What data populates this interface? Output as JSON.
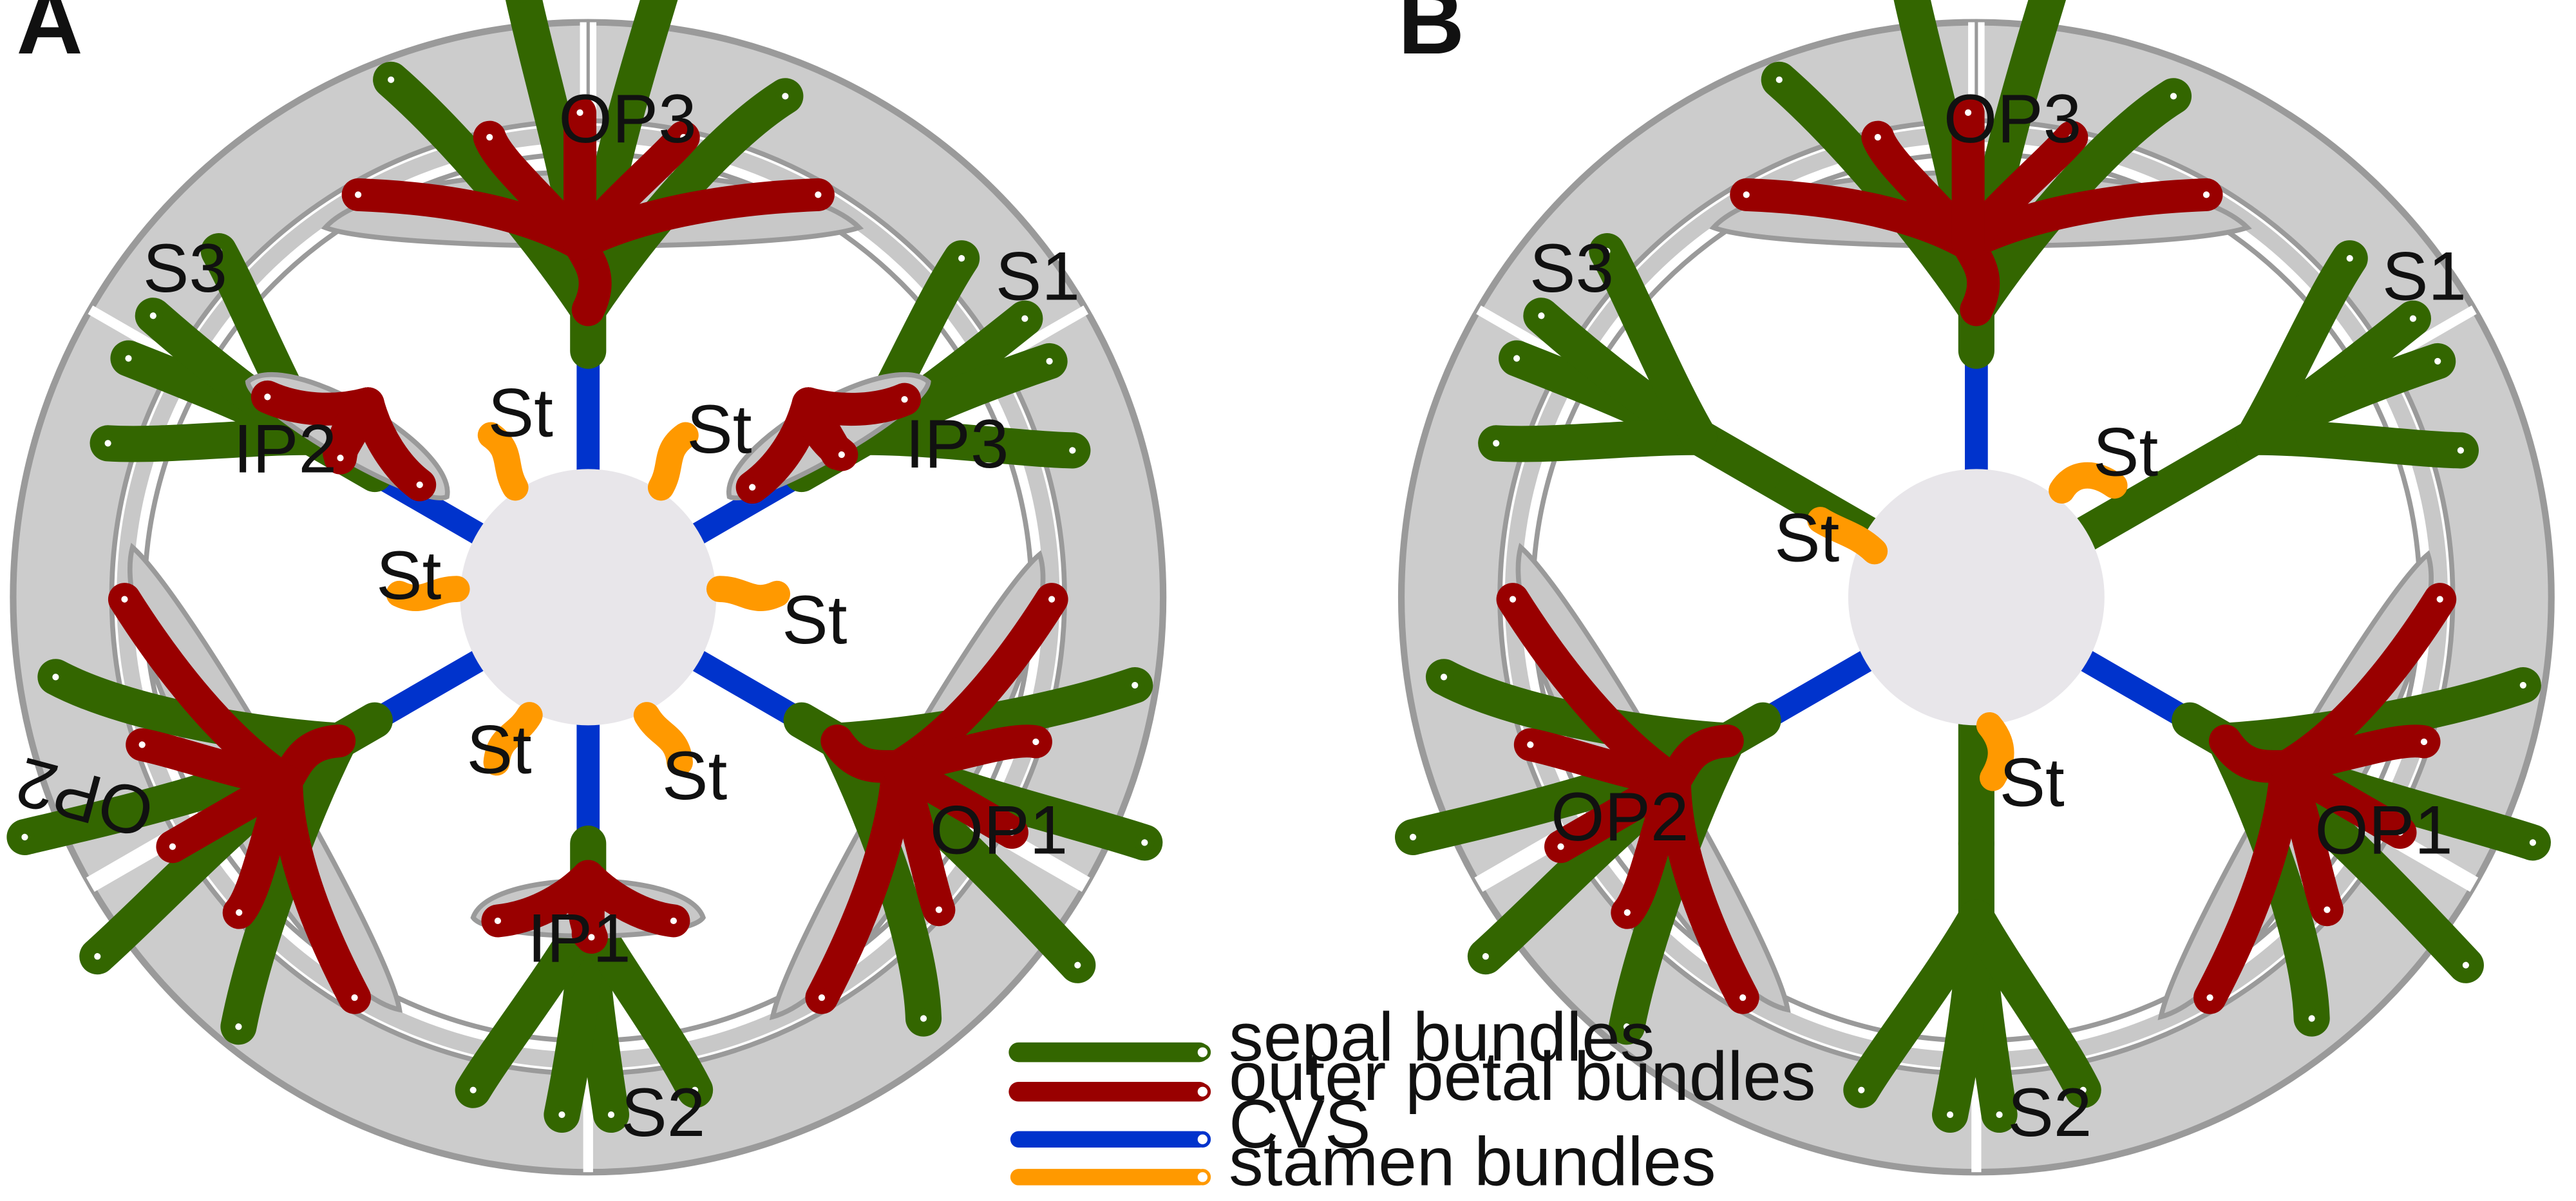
{
  "panels": {
    "a": {
      "letter": "A",
      "labels": {
        "op3": "OP3",
        "s1": "S1",
        "s3": "S3",
        "ip2": "IP2",
        "ip3": "IP3",
        "st1": "St",
        "st2": "St",
        "st3": "St",
        "st4": "St",
        "st5": "St",
        "st6": "St",
        "op1": "OP1",
        "op2": "OP2",
        "ip1": "IP1",
        "s2": "S2"
      }
    },
    "b": {
      "letter": "B",
      "labels": {
        "op3": "OP3",
        "s1": "S1",
        "s3": "S3",
        "st1": "St",
        "st2": "St",
        "st3": "St",
        "op1": "OP1",
        "op2": "OP2",
        "s2": "S2"
      }
    }
  },
  "legend": {
    "items": [
      {
        "label": "sepal bundles",
        "color": "#336600"
      },
      {
        "label": "outer petal bundles",
        "color": "#990000"
      },
      {
        "label": "CVS",
        "color": "#0033cc"
      },
      {
        "label": "stamen bundles",
        "color": "#ff9900"
      }
    ]
  },
  "colors": {
    "sepal": "#336600",
    "outer_petal": "#990000",
    "cvs": "#0033cc",
    "stamen": "#ff9900",
    "tissue": "#cccccc",
    "receptacle": "#e8e6ea"
  }
}
